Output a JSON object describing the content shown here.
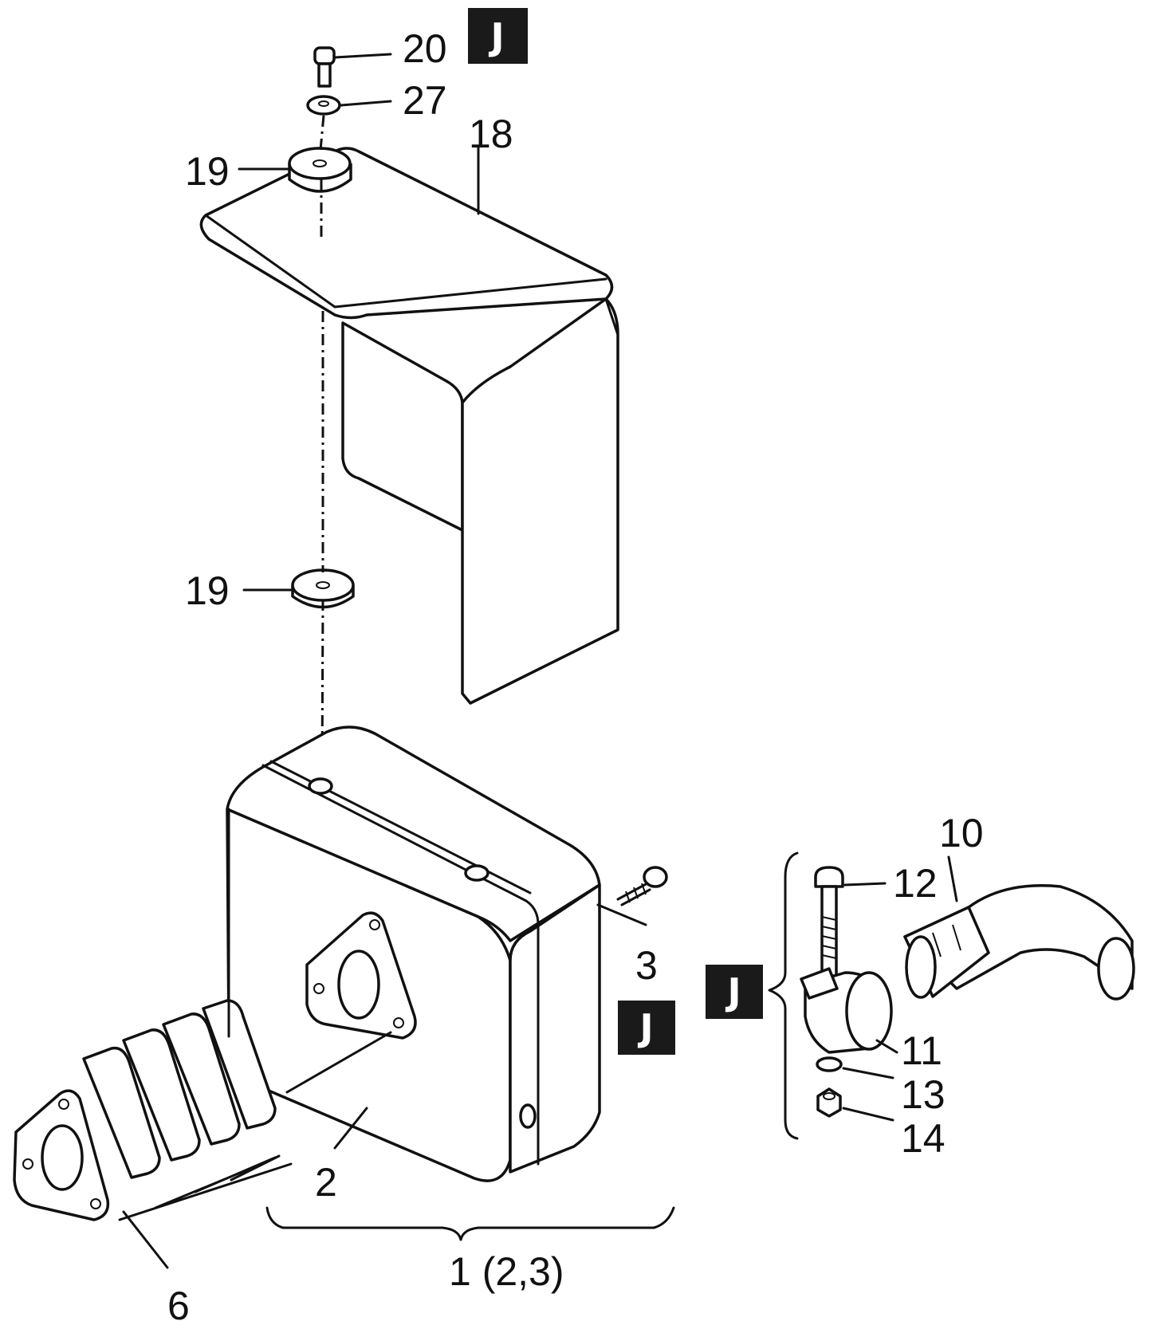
{
  "callouts": {
    "c20": "20",
    "c27": "27",
    "c18": "18",
    "c19a": "19",
    "c19b": "19",
    "c10": "10",
    "c12": "12",
    "c3": "3",
    "c11": "11",
    "c13": "13",
    "c14": "14",
    "c2": "2",
    "c1": "1 (2,3)",
    "c6": "6"
  },
  "badges": {
    "b_top": "J",
    "b_mid": "J",
    "b_right": "J"
  },
  "colors": {
    "ink": "#111111",
    "badge": "#1a1a1a",
    "paper": "#ffffff"
  }
}
